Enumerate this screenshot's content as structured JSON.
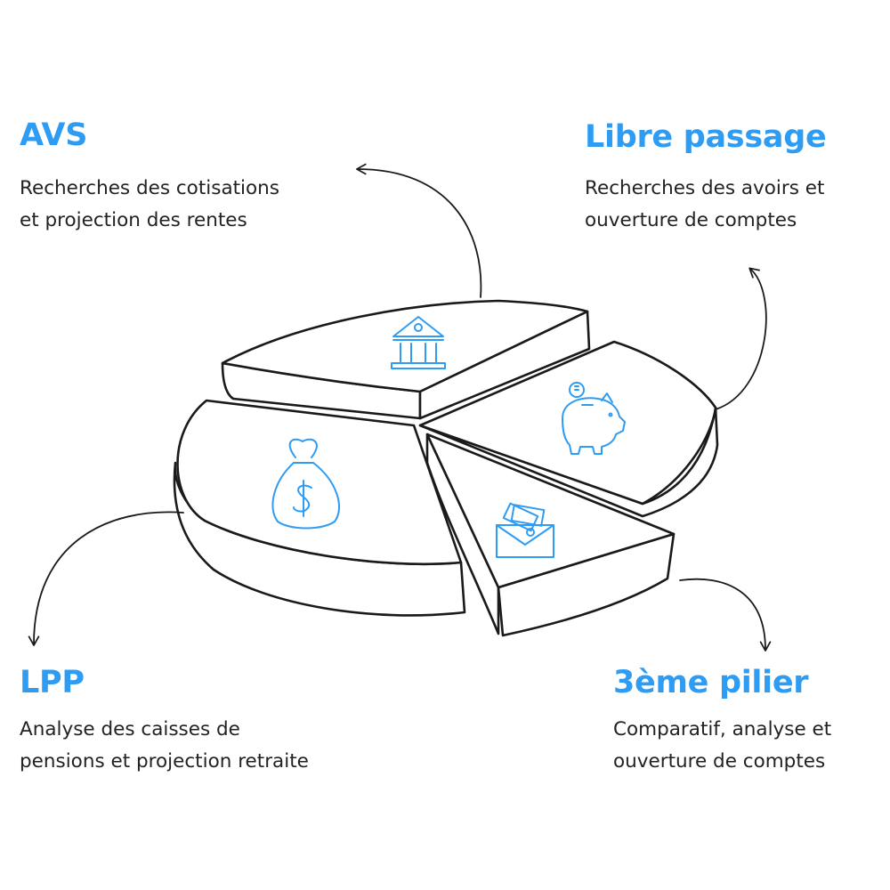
{
  "colors": {
    "accent": "#2f9cf4",
    "ink": "#1a1a1a",
    "text": "#222222"
  },
  "sections": {
    "avs": {
      "title": "AVS",
      "line1": "Recherches des cotisations",
      "line2": "et projection des rentes",
      "icon": "bank-icon"
    },
    "libre": {
      "title": "Libre passage",
      "line1": "Recherches des avoirs et",
      "line2": "ouverture de comptes",
      "icon": "piggy-bank-icon"
    },
    "lpp": {
      "title": "LPP",
      "line1": "Analyse des caisses de",
      "line2": "pensions et projection retraite",
      "icon": "money-bag-icon"
    },
    "pilier3": {
      "title": "3ème pilier",
      "line1": "Comparatif, analyse et",
      "line2": "ouverture de comptes",
      "icon": "envelope-cash-icon"
    }
  }
}
